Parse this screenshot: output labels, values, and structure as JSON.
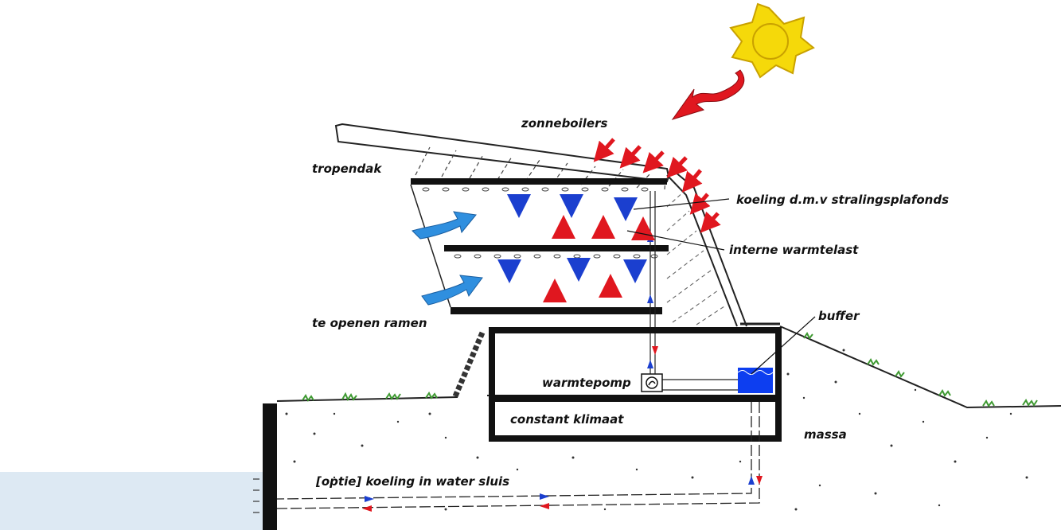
{
  "labels": {
    "zonneboilers": "zonneboilers",
    "tropendak": "tropendak",
    "koeling": "koeling d.m.v stralingsplafonds",
    "interne": "interne warmtelast",
    "ramen": "te openen ramen",
    "buffer": "buffer",
    "warmtepomp": "warmtepomp",
    "klimaat": "constant klimaat",
    "massa": "massa",
    "sluis": "[optie] koeling in water sluis"
  },
  "colors": {
    "sun": "#f5d90a",
    "sun_outline": "#c9a100",
    "heat_arrow": "#e0171f",
    "cool_arrow": "#1b3fcf",
    "air_arrow": "#2f8fdf",
    "water": "#dde9f3",
    "buffer_water": "#0d3ef0",
    "grass": "#3f9a32",
    "structure": "#111111"
  },
  "icons": [
    "sun-icon",
    "heat-arrow-icon",
    "cool-arrow-icon",
    "air-flow-icon",
    "heat-pump-icon"
  ]
}
